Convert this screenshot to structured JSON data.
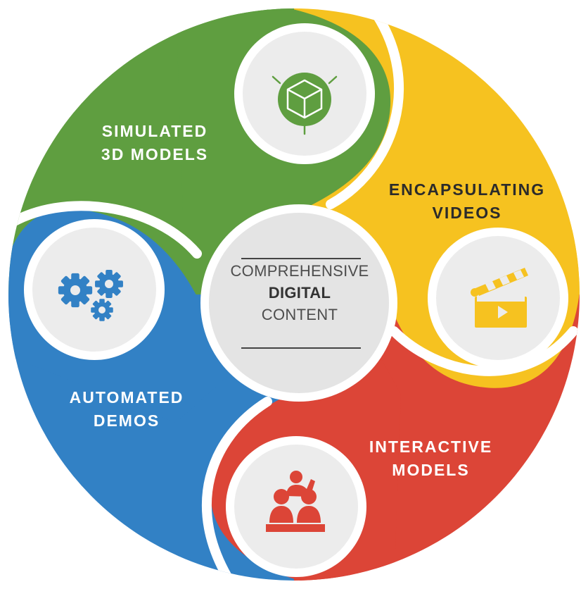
{
  "center": {
    "line1": "COMPREHENSIVE",
    "line2": "DIGITAL",
    "line3": "CONTENT"
  },
  "segments": {
    "green": {
      "line1": "SIMULATED",
      "line2": "3D MODELS",
      "color": "#5f9e40",
      "icon": "cube-icon"
    },
    "yellow": {
      "line1": "ENCAPSULATING",
      "line2": "VIDEOS",
      "color": "#f6c220",
      "icon": "clapperboard-icon"
    },
    "red": {
      "line1": "INTERACTIVE",
      "line2": "MODELS",
      "color": "#dc4537",
      "icon": "presenter-icon"
    },
    "blue": {
      "line1": "AUTOMATED",
      "line2": "DEMOS",
      "color": "#3281c5",
      "icon": "gears-icon"
    }
  },
  "colors": {
    "icon_circle": "#ececec",
    "center_circle": "#e4e4e4"
  }
}
